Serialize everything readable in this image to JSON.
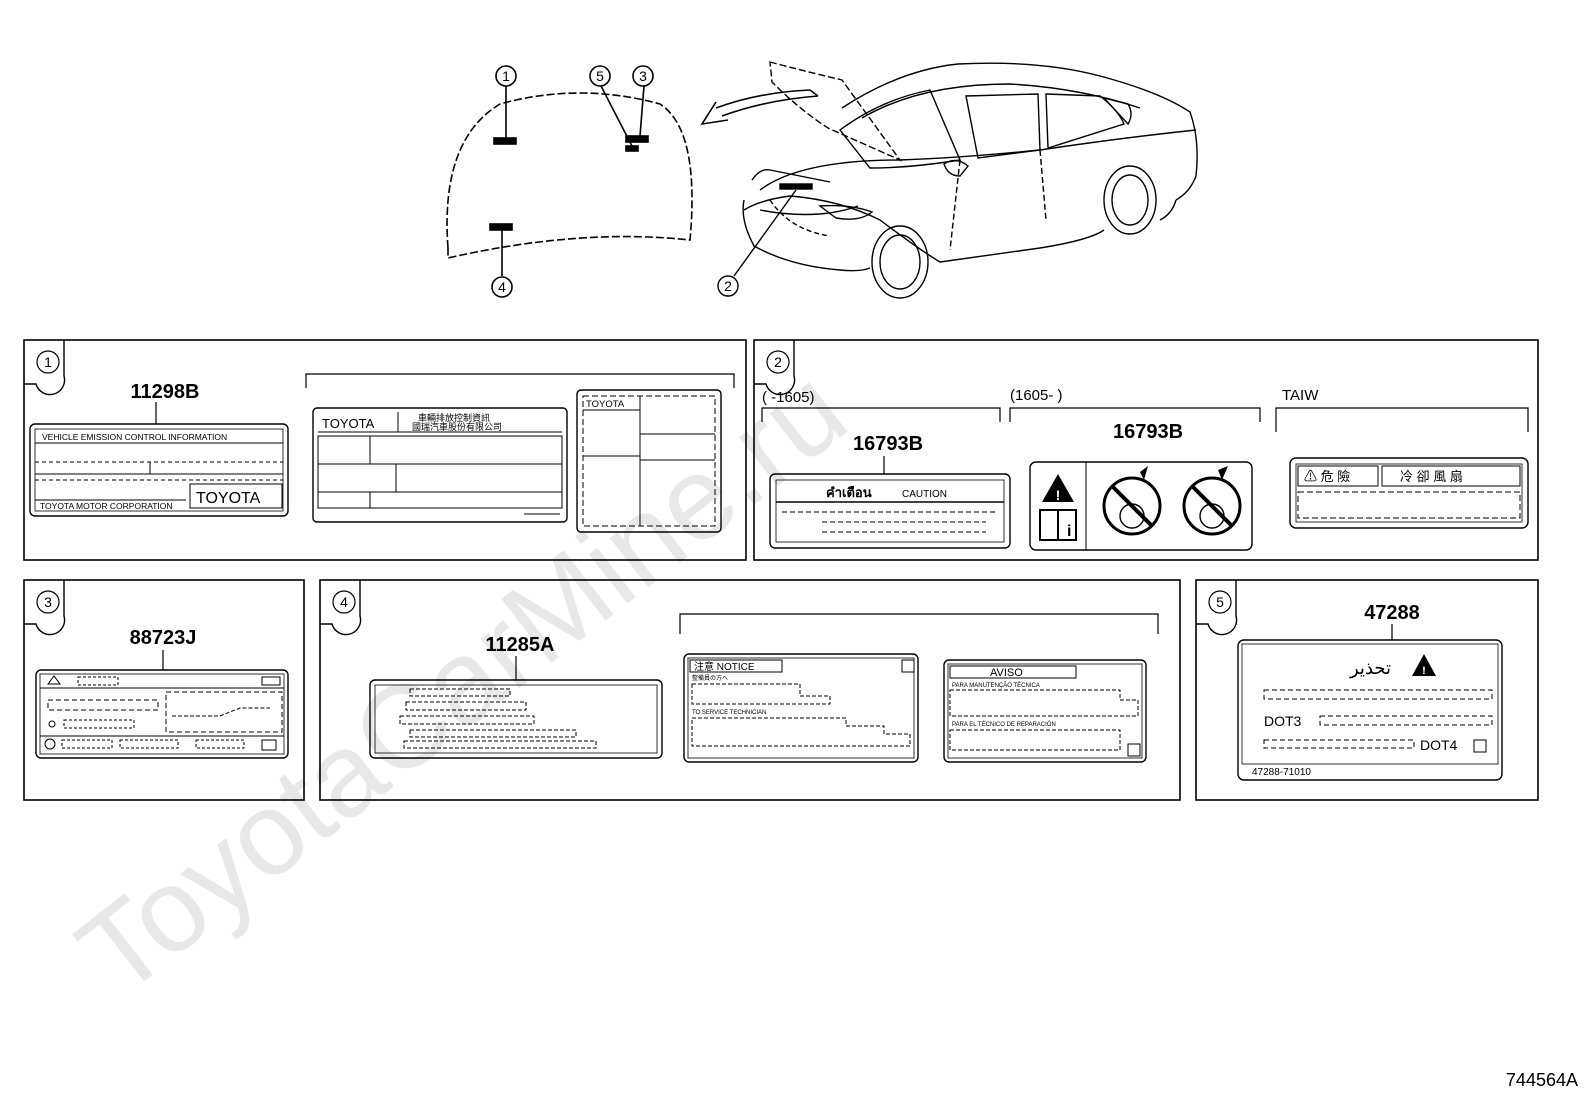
{
  "watermark": "ToyotaCarMine.ru",
  "diagram_code": "744564A",
  "callouts": {
    "c1": "1",
    "c2": "2",
    "c3": "3",
    "c4": "4",
    "c5": "5"
  },
  "panels": {
    "p1": {
      "number": "1",
      "part_number": "11298B",
      "label_a": {
        "title": "VEHICLE EMISSION CONTROL INFORMATION",
        "footer": "TOYOTA MOTOR CORPORATION",
        "brand": "TOYOTA"
      },
      "label_b": {
        "brand": "TOYOTA",
        "cn_line1": "車輛排放控制資訊",
        "cn_line2": "國瑞汽車股份有限公司"
      },
      "label_c": {
        "brand": "TOYOTA"
      }
    },
    "p2": {
      "number": "2",
      "groups": {
        "g1": "(      -1605)",
        "g2": "(1605-        )",
        "g3": "TAIW"
      },
      "part_number_a": "16793B",
      "part_number_b": "16793B",
      "caution_thai": "คำเตือน",
      "caution_en": "CAUTION",
      "taiw_label": [
        "⚠ 危 險",
        "冷 卻 風 扇"
      ]
    },
    "p3": {
      "number": "3",
      "part_number": "88723J"
    },
    "p4": {
      "number": "4",
      "part_number": "11285A",
      "notice": {
        "title": "注意  NOTICE",
        "line1": "整備員の方へ",
        "line2": "TO SERVICE TECHNICIAN"
      },
      "aviso": {
        "title": "AVISO",
        "line1": "PARA MANUTENÇÃO TÉCNICA",
        "line2": "PARA EL TÉCNICO DE REPARACIÓN"
      }
    },
    "p5": {
      "number": "5",
      "part_number": "47288",
      "arabic": "تحذير",
      "dot3": "DOT3",
      "dot4": "DOT4",
      "code": "47288-71010"
    }
  }
}
